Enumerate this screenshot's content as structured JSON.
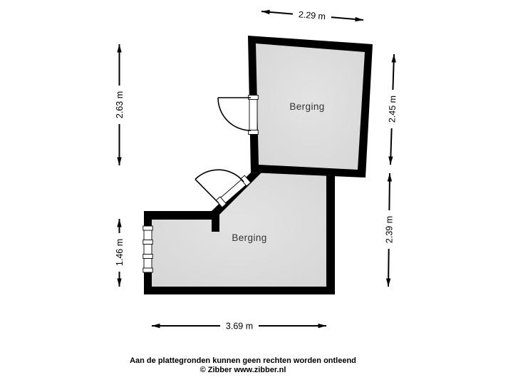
{
  "page": {
    "background": "#ffffff"
  },
  "floorplan": {
    "colors": {
      "wall": "#000000",
      "floor_light": "#e3e3e3",
      "floor_dark": "#d5d5d5",
      "room_label": "#333333",
      "dim_text": "#000000",
      "dim_label_bg": "#ffffff"
    },
    "rooms": [
      {
        "label": "Berging"
      },
      {
        "label": "Berging"
      }
    ],
    "dimensions": {
      "top": "2.29 m",
      "left_upper": "2.63 m",
      "left_lower": "1.46 m",
      "right_upper": "2.45 m",
      "right_lower": "2.39 m",
      "bottom": "3.69 m"
    }
  },
  "footer": {
    "disclaimer": "Aan de plattegronden kunnen geen rechten worden ontleend",
    "copyright": "© Zibber www.zibber.nl"
  }
}
